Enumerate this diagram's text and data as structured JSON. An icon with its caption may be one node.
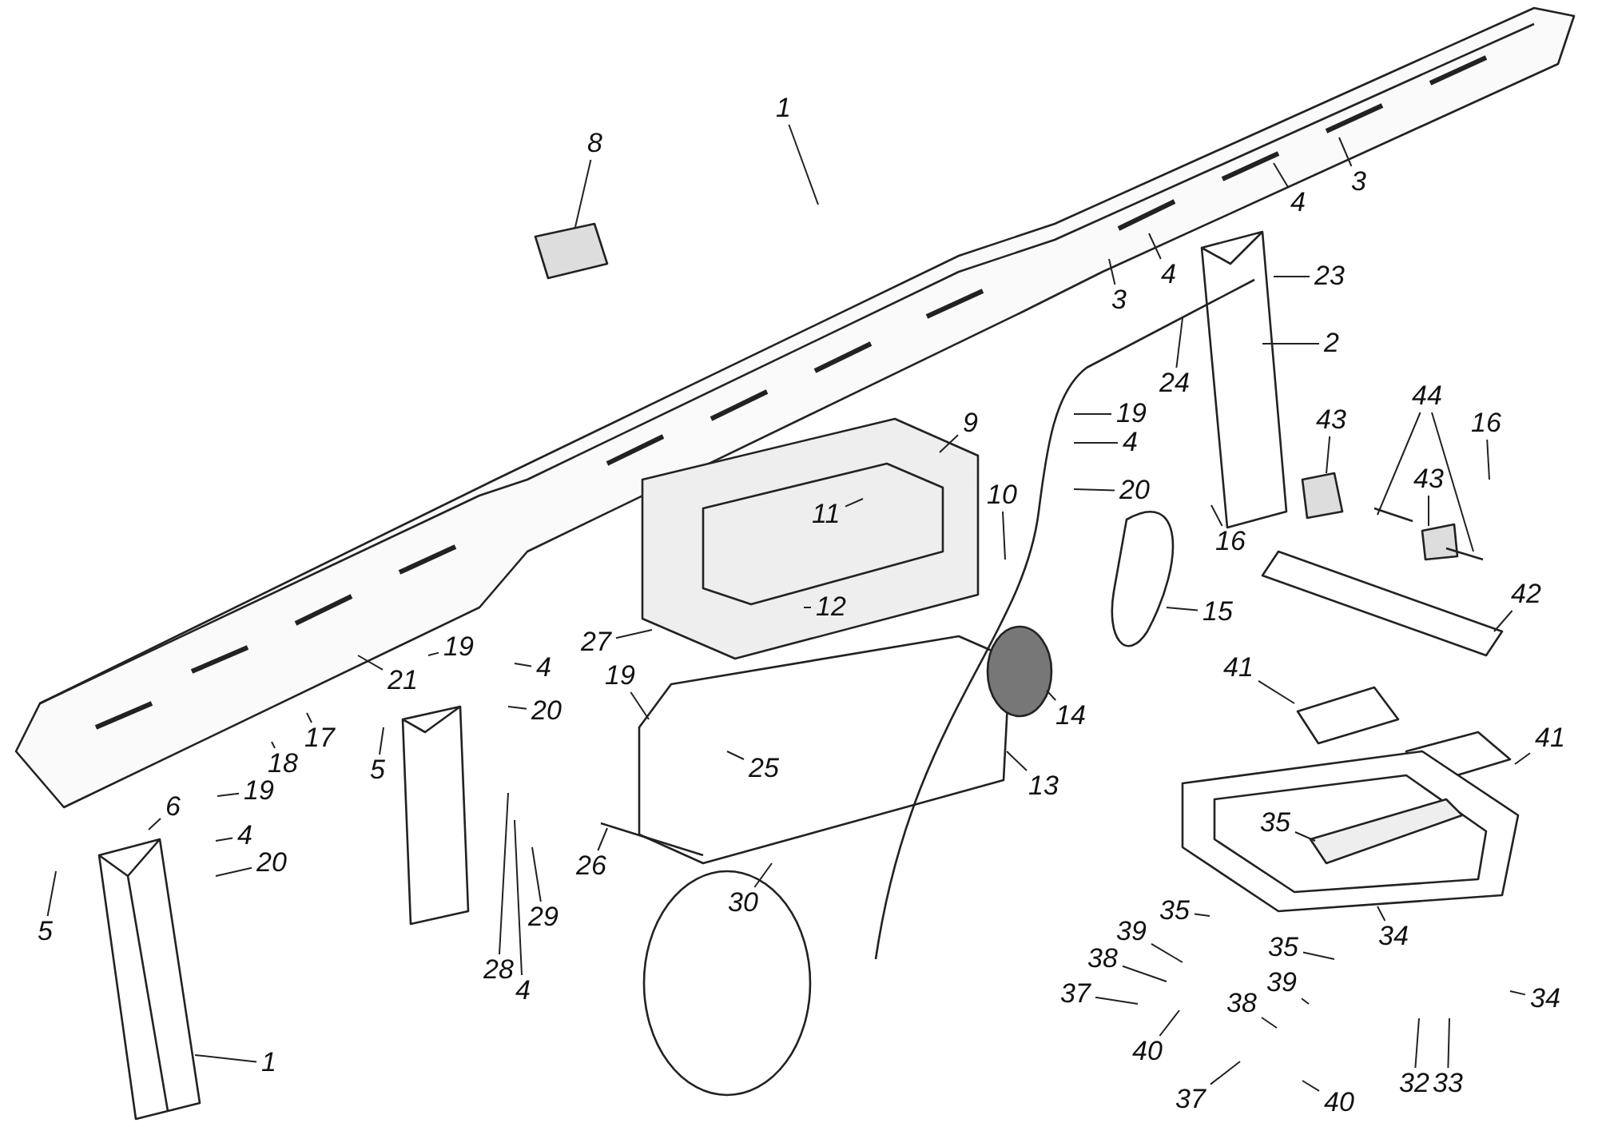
{
  "diagram": {
    "nodes": [
      {
        "text": [
          "8"
        ]
      },
      {
        "text": [
          "1"
        ]
      },
      {
        "text": [
          "3"
        ]
      },
      {
        "text": [
          "4"
        ]
      },
      {
        "text": [
          "3"
        ]
      },
      {
        "text": [
          "4"
        ]
      },
      {
        "text": [
          "23"
        ]
      },
      {
        "text": [
          "2"
        ]
      },
      {
        "text": [
          "24"
        ]
      },
      {
        "text": [
          "9"
        ]
      },
      {
        "text": [
          "43"
        ]
      },
      {
        "text": [
          "44"
        ]
      },
      {
        "text": [
          "16"
        ]
      },
      {
        "text": [
          "19"
        ]
      },
      {
        "text": [
          "4"
        ]
      },
      {
        "text": [
          "20"
        ]
      },
      {
        "text": [
          "16"
        ]
      },
      {
        "text": [
          "10"
        ]
      },
      {
        "text": [
          "11"
        ]
      },
      {
        "text": [
          "12"
        ]
      },
      {
        "text": [
          "15"
        ]
      },
      {
        "text": [
          "43"
        ]
      },
      {
        "text": [
          "42"
        ]
      },
      {
        "text": [
          "27"
        ]
      },
      {
        "text": [
          "19"
        ]
      },
      {
        "text": [
          "4"
        ]
      },
      {
        "text": [
          "21"
        ]
      },
      {
        "text": [
          "19"
        ]
      },
      {
        "text": [
          "20"
        ]
      },
      {
        "text": [
          "41"
        ]
      },
      {
        "text": [
          "25"
        ]
      },
      {
        "text": [
          "14"
        ]
      },
      {
        "text": [
          "17"
        ]
      },
      {
        "text": [
          "18"
        ]
      },
      {
        "text": [
          "5"
        ]
      },
      {
        "text": [
          "13"
        ]
      },
      {
        "text": [
          "6"
        ]
      },
      {
        "text": [
          "19"
        ]
      },
      {
        "text": [
          "4"
        ]
      },
      {
        "text": [
          "20"
        ]
      },
      {
        "text": [
          "41"
        ]
      },
      {
        "text": [
          "35"
        ]
      },
      {
        "text": [
          "26"
        ]
      },
      {
        "text": [
          "5"
        ]
      },
      {
        "text": [
          "4"
        ]
      },
      {
        "text": [
          "28"
        ]
      },
      {
        "text": [
          "29"
        ]
      },
      {
        "text": [
          "30"
        ]
      },
      {
        "text": [
          "35"
        ]
      },
      {
        "text": [
          "35"
        ]
      },
      {
        "text": [
          "34"
        ]
      },
      {
        "text": [
          "39"
        ]
      },
      {
        "text": [
          "38"
        ]
      },
      {
        "text": [
          "37"
        ]
      },
      {
        "text": [
          "40"
        ]
      },
      {
        "text": [
          "39"
        ]
      },
      {
        "text": [
          "38"
        ]
      },
      {
        "text": [
          "37"
        ]
      },
      {
        "text": [
          "40"
        ]
      },
      {
        "text": [
          "32"
        ]
      },
      {
        "text": [
          "33"
        ]
      },
      {
        "text": [
          "34"
        ]
      },
      {
        "text": [
          "1"
        ]
      }
    ],
    "edges": [
      {
        "from": 0,
        "to": null,
        "arrow": "none"
      },
      {
        "from": 1,
        "to": null,
        "arrow": "none"
      },
      {
        "from": 2,
        "to": null,
        "arrow": "none"
      },
      {
        "from": 3,
        "to": null,
        "arrow": "none"
      },
      {
        "from": 4,
        "to": null,
        "arrow": "none"
      },
      {
        "from": 5,
        "to": null,
        "arrow": "none"
      },
      {
        "from": 6,
        "to": null,
        "arrow": "none"
      },
      {
        "from": 7,
        "to": null,
        "arrow": "none"
      },
      {
        "from": 8,
        "to": null,
        "arrow": "none"
      },
      {
        "from": 9,
        "to": null,
        "arrow": "none"
      },
      {
        "from": 10,
        "to": null,
        "arrow": "none"
      },
      {
        "from": 11,
        "to": null,
        "arrow": "none"
      },
      {
        "from": 11,
        "to": null,
        "arrow": "none"
      },
      {
        "from": 12,
        "to": null,
        "arrow": "none"
      },
      {
        "from": 13,
        "to": null,
        "arrow": "none"
      },
      {
        "from": 14,
        "to": null,
        "arrow": "none"
      },
      {
        "from": 15,
        "to": null,
        "arrow": "none"
      },
      {
        "from": 16,
        "to": null,
        "arrow": "none"
      },
      {
        "from": 17,
        "to": null,
        "arrow": "none"
      },
      {
        "from": 18,
        "to": null,
        "arrow": "none"
      },
      {
        "from": 19,
        "to": null,
        "arrow": "none"
      },
      {
        "from": 20,
        "to": null,
        "arrow": "none"
      },
      {
        "from": 21,
        "to": null,
        "arrow": "none"
      },
      {
        "from": 22,
        "to": null,
        "arrow": "none"
      },
      {
        "from": 23,
        "to": null,
        "arrow": "none"
      },
      {
        "from": 24,
        "to": null,
        "arrow": "none"
      },
      {
        "from": 25,
        "to": null,
        "arrow": "none"
      },
      {
        "from": 26,
        "to": null,
        "arrow": "none"
      },
      {
        "from": 27,
        "to": null,
        "arrow": "none"
      },
      {
        "from": 28,
        "to": null,
        "arrow": "none"
      },
      {
        "from": 29,
        "to": null,
        "arrow": "none"
      },
      {
        "from": 30,
        "to": null,
        "arrow": "none"
      },
      {
        "from": 31,
        "to": null,
        "arrow": "none"
      },
      {
        "from": 32,
        "to": null,
        "arrow": "none"
      },
      {
        "from": 33,
        "to": null,
        "arrow": "none"
      },
      {
        "from": 34,
        "to": null,
        "arrow": "none"
      },
      {
        "from": 35,
        "to": null,
        "arrow": "none"
      },
      {
        "from": 36,
        "to": null,
        "arrow": "none"
      },
      {
        "from": 37,
        "to": null,
        "arrow": "none"
      },
      {
        "from": 38,
        "to": null,
        "arrow": "none"
      },
      {
        "from": 39,
        "to": null,
        "arrow": "none"
      },
      {
        "from": 40,
        "to": null,
        "arrow": "none"
      },
      {
        "from": 41,
        "to": null,
        "arrow": "none"
      },
      {
        "from": 42,
        "to": null,
        "arrow": "none"
      },
      {
        "from": 43,
        "to": null,
        "arrow": "none"
      },
      {
        "from": 44,
        "to": null,
        "arrow": "none"
      },
      {
        "from": 45,
        "to": null,
        "arrow": "none"
      },
      {
        "from": 46,
        "to": null,
        "arrow": "none"
      },
      {
        "from": 47,
        "to": null,
        "arrow": "none"
      },
      {
        "from": 48,
        "to": null,
        "arrow": "none"
      },
      {
        "from": 49,
        "to": null,
        "arrow": "none"
      },
      {
        "from": 50,
        "to": null,
        "arrow": "none"
      },
      {
        "from": 51,
        "to": null,
        "arrow": "none"
      },
      {
        "from": 52,
        "to": null,
        "arrow": "none"
      },
      {
        "from": 53,
        "to": null,
        "arrow": "none"
      },
      {
        "from": 54,
        "to": null,
        "arrow": "none"
      },
      {
        "from": 55,
        "to": null,
        "arrow": "none"
      },
      {
        "from": 56,
        "to": null,
        "arrow": "none"
      },
      {
        "from": 57,
        "to": null,
        "arrow": "none"
      },
      {
        "from": 58,
        "to": null,
        "arrow": "none"
      },
      {
        "from": 59,
        "to": null,
        "arrow": "none"
      },
      {
        "from": 60,
        "to": null,
        "arrow": "none"
      },
      {
        "from": 61,
        "to": null,
        "arrow": "none"
      },
      {
        "from": 62,
        "to": null,
        "arrow": "none"
      }
    ]
  }
}
